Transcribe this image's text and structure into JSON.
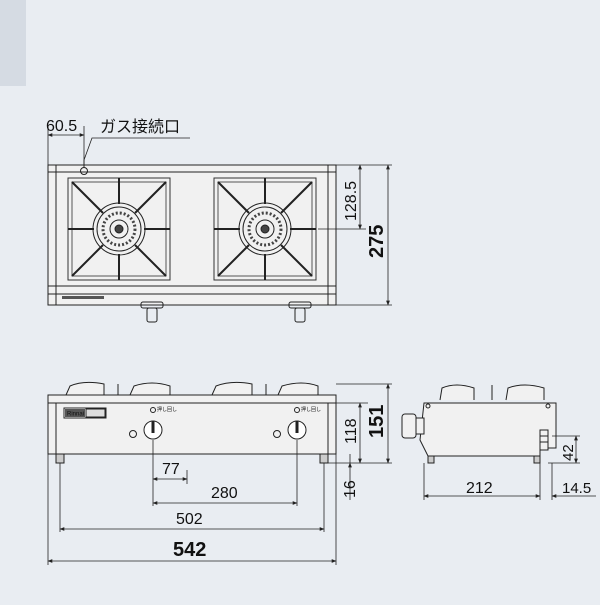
{
  "colors": {
    "background": "#e9edf2",
    "corner_block": "#d5dbe3",
    "line": "#222222",
    "burner": "#444444"
  },
  "labels": {
    "gas_connection": "ガス接続口",
    "brand": "Rinnai",
    "knob_label": "押し回し"
  },
  "dimensions": {
    "gas_offset": "60.5",
    "burner_center_depth": "128.5",
    "total_depth": "275",
    "knob_offset": "77",
    "knob_pitch": "280",
    "feet_span": "502",
    "total_width": "542",
    "body_height": "118",
    "total_height": "151",
    "foot_height": "16",
    "side_depth": "212",
    "side_gas_height": "42",
    "side_gas_offset": "14.5"
  }
}
